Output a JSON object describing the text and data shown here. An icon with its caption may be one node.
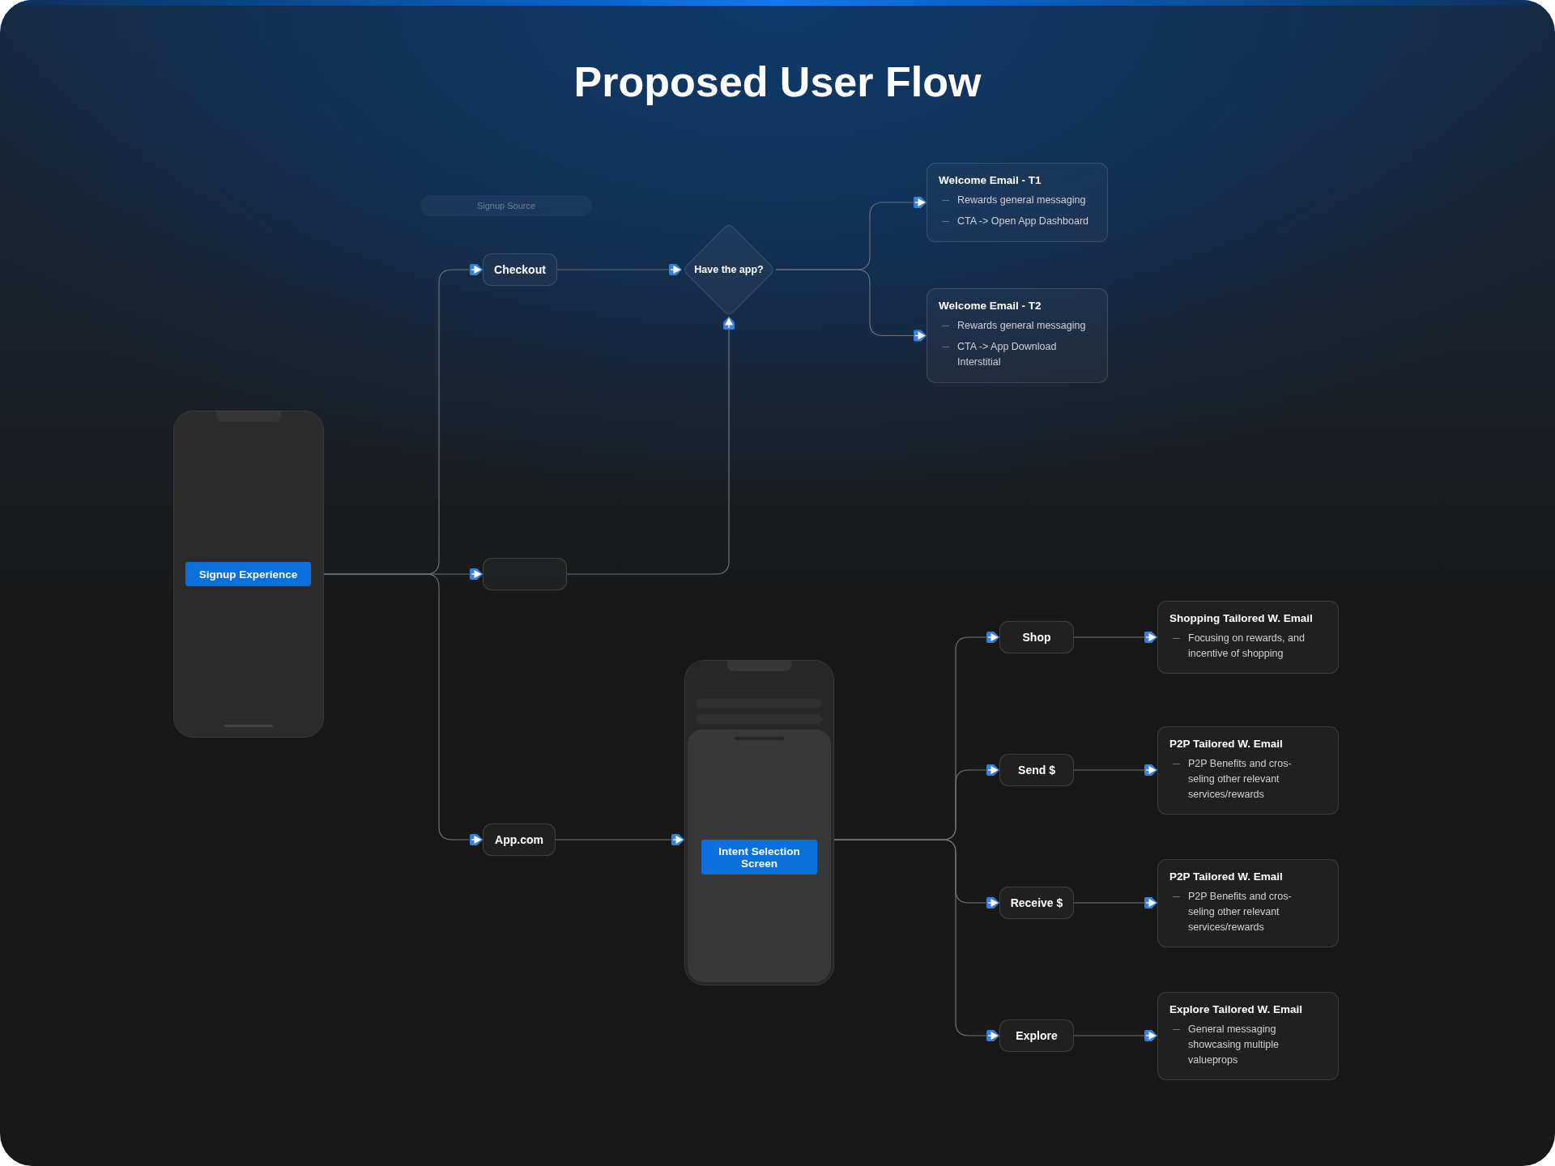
{
  "diagram": {
    "title": "Proposed User Flow",
    "nodes": [
      {
        "text": [],
        "shape": "phone"
      },
      {
        "text": [
          "Signup Experience"
        ],
        "in": 0
      },
      {
        "text": [
          "Signup Source"
        ]
      },
      {
        "text": [
          "Checkout"
        ]
      },
      {
        "text": [],
        "shape": "box"
      },
      {
        "text": [
          "App.com"
        ]
      },
      {
        "text": [
          "Have the app?"
        ]
      },
      {
        "text": [
          "Welcome Email - T1",
          "Rewards general messaging",
          "CTA -> Open App Dashboard"
        ]
      },
      {
        "text": [
          "Welcome Email - T2",
          "Rewards general messaging",
          "CTA -> App Download Interstitial"
        ]
      },
      {
        "text": [],
        "shape": "phone"
      },
      {
        "text": [
          "Intent Selection Screen"
        ],
        "in": 9
      },
      {
        "text": [
          "Shop"
        ]
      },
      {
        "text": [
          "Send $"
        ]
      },
      {
        "text": [
          "Receive $"
        ]
      },
      {
        "text": [
          "Explore"
        ]
      },
      {
        "text": [
          "Shopping Tailored W. Email",
          "Focusing on rewards, and incentive of shopping"
        ]
      },
      {
        "text": [
          "P2P Tailored W. Email",
          "P2P Benefits and cros-seling other relevant services/rewards"
        ]
      },
      {
        "text": [
          "P2P Tailored W. Email",
          "P2P Benefits and cros-seling other relevant services/rewards"
        ]
      },
      {
        "text": [
          "Explore Tailored W. Email",
          "General messaging showcasing multiple valueprops"
        ]
      }
    ],
    "edges": [
      {
        "from": 0,
        "to": 3,
        "arrow": "to"
      },
      {
        "from": 0,
        "to": 4,
        "arrow": "to"
      },
      {
        "from": 0,
        "to": 5,
        "arrow": "to"
      },
      {
        "from": 3,
        "to": 6,
        "arrow": "to"
      },
      {
        "from": 4,
        "to": 6,
        "arrow": "to"
      },
      {
        "from": 6,
        "to": 7,
        "arrow": "to"
      },
      {
        "from": 6,
        "to": 8,
        "arrow": "to"
      },
      {
        "from": 5,
        "to": 9,
        "arrow": "to"
      },
      {
        "from": 9,
        "to": 11,
        "arrow": "to"
      },
      {
        "from": 9,
        "to": 12,
        "arrow": "to"
      },
      {
        "from": 9,
        "to": 13,
        "arrow": "to"
      },
      {
        "from": 9,
        "to": 14,
        "arrow": "to"
      },
      {
        "from": 11,
        "to": 15,
        "arrow": "to"
      },
      {
        "from": 12,
        "to": 16,
        "arrow": "to"
      },
      {
        "from": 13,
        "to": 17,
        "arrow": "to"
      },
      {
        "from": 14,
        "to": 18,
        "arrow": "to"
      }
    ]
  }
}
